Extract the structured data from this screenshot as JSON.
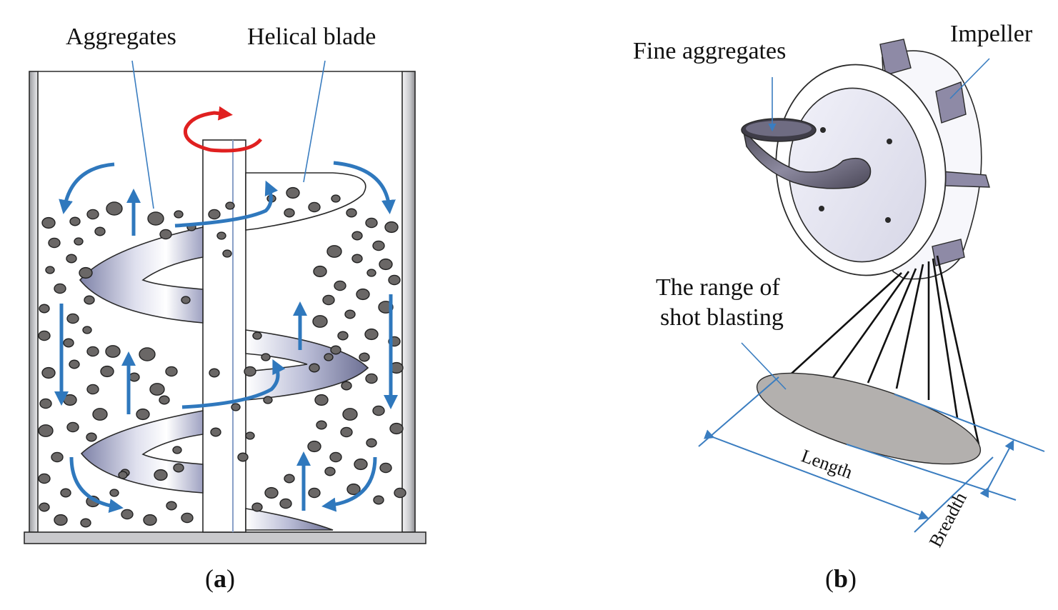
{
  "colors": {
    "flow_arrow": "#2f78bd",
    "rotation_arrow": "#e02020",
    "aggregate": "#6a6766",
    "blade": "#c9cbe0",
    "blast_area": "#b3b0ae"
  },
  "panel_a": {
    "label_aggregates": "Aggregates",
    "label_helical_blade": "Helical blade",
    "caption_open": "(",
    "caption_letter": "a",
    "caption_close": ")"
  },
  "panel_b": {
    "label_fine_aggregates": "Fine aggregates",
    "label_impeller": "Impeller",
    "label_range_line1": "The range of",
    "label_range_line2": "shot blasting",
    "label_length": "Length",
    "label_breadth": "Breadth",
    "caption_open": "(",
    "caption_letter": "b",
    "caption_close": ")"
  }
}
